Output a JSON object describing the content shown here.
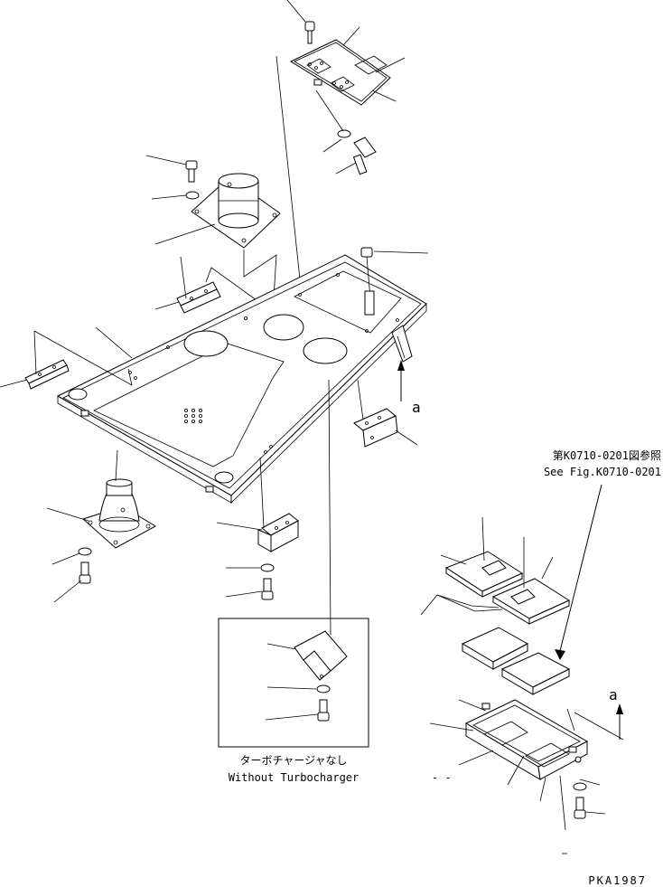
{
  "labels": {
    "view_a_main": "a",
    "view_a_tray": "a",
    "ref_jp": "第K0710-0201図参照",
    "ref_en": "See Fig.K0710-0201",
    "inset_jp": "ターボチャージャなし",
    "inset_en": "Without Turbocharger",
    "dash": "- -",
    "drawing_code": "PKA1987"
  },
  "colors": {
    "ink": "#000000",
    "paper": "#ffffff"
  }
}
